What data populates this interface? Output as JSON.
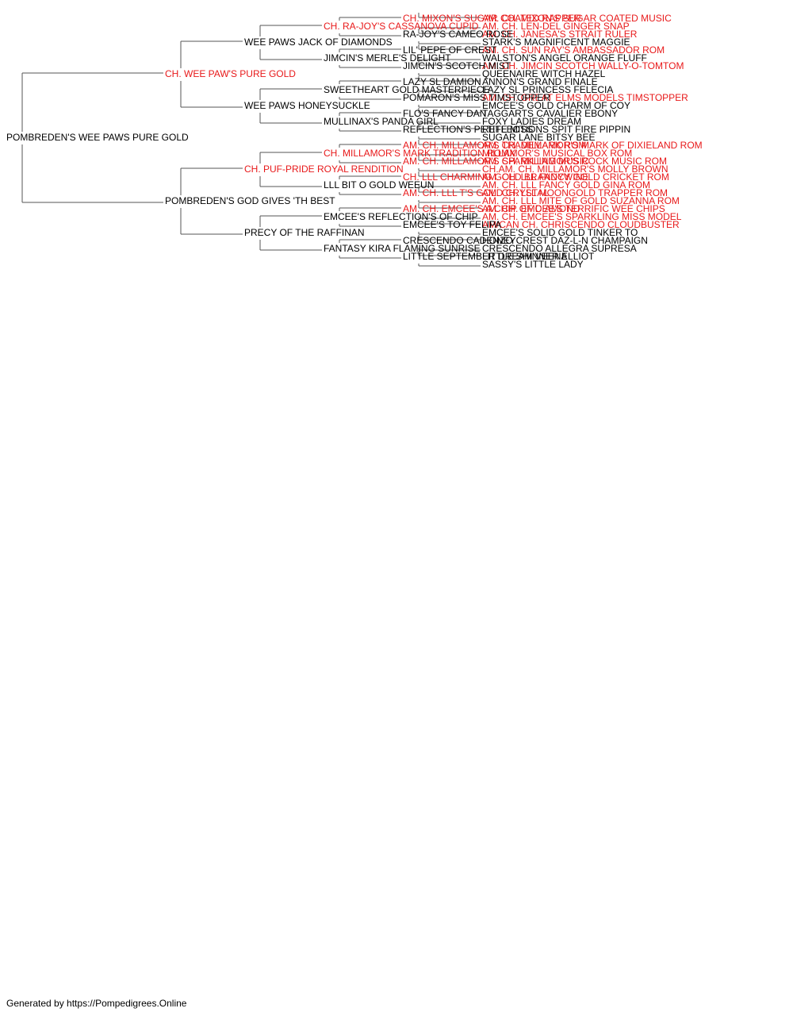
{
  "colors": {
    "champion": "#e8191a",
    "normal": "#000000",
    "connector": "#555555"
  },
  "pedigree": {
    "name": "POMBREDEN'S WEE PAWS PURE GOLD",
    "champion": false,
    "sire": {
      "name": "CH. WEE PAW'S PURE GOLD",
      "champion": true,
      "sire": {
        "name": "WEE PAWS JACK OF DIAMONDS",
        "champion": false,
        "sire": {
          "name": "CH. RA-JOY'S CASSANOVA CUPID",
          "champion": true,
          "sire": {
            "name": "CH. MIXON'S SUGAR COATED RAPPER",
            "champion": true,
            "sire": {
              "name": "AM. CH. MIXON'S SUGAR COATED MUSIC",
              "champion": true
            },
            "dam": {
              "name": "AM. CH. LEN-DEL GINGER SNAP",
              "champion": true
            }
          },
          "dam": {
            "name": "RA-JOY'S CAMEO ROSE",
            "champion": false,
            "sire": {
              "name": "AM. CH. JANESA'S STRAIT RULER",
              "champion": true
            },
            "dam": {
              "name": "STARK'S MAGNIFICENT MAGGIE",
              "champion": false
            }
          }
        },
        "dam": {
          "name": "JIMCIN'S MERLE'S DELIGHT",
          "champion": false,
          "sire": {
            "name": "LIL' PEPE OF CREST",
            "champion": false,
            "sire": {
              "name": "AM. CH. SUN RAY'S AMBASSADOR ROM",
              "champion": true
            },
            "dam": {
              "name": "WALSTON'S ANGEL ORANGE FLUFF",
              "champion": false
            }
          },
          "dam": {
            "name": "JIMCIN'S SCOTCH MIST",
            "champion": false,
            "sire": {
              "name": "AM. CH. JIMCIN SCOTCH WALLY-O-TOMTOM",
              "champion": true
            },
            "dam": {
              "name": "QUEENAIRE WITCH HAZEL",
              "champion": false
            }
          }
        }
      },
      "dam": {
        "name": "WEE PAWS HONEYSUCKLE",
        "champion": false,
        "sire": {
          "name": "SWEETHEART GOLD MASTERPIECE",
          "champion": false,
          "sire": {
            "name": "LAZY SL DAMION",
            "champion": false,
            "sire": {
              "name": "ANNON'S GRAND FINALE",
              "champion": false
            },
            "dam": {
              "name": "LAZY SL PRINCESS FELECIA",
              "champion": false
            }
          },
          "dam": {
            "name": "POMARON'S MISS TIMSTOPPER",
            "champion": false,
            "sire": {
              "name": "AM. CH. GREAT ELMS MODELS TIMSTOPPER",
              "champion": true
            },
            "dam": {
              "name": "EMCEE'S GOLD CHARM OF COY",
              "champion": false
            }
          }
        },
        "dam": {
          "name": "MULLINAX'S PANDA GIRL",
          "champion": false,
          "sire": {
            "name": "FLO'S FANCY DAN",
            "champion": false,
            "sire": {
              "name": "TAGGARTS CAVALIER EBONY",
              "champion": false
            },
            "dam": {
              "name": "FOXY LADIES DREAM",
              "champion": false
            }
          },
          "dam": {
            "name": "REFLECTION'S PETITE MISS",
            "champion": false,
            "sire": {
              "name": "REFLECTIONS SPIT FIRE PIPPIN",
              "champion": false
            },
            "dam": {
              "name": "SUGAR LANE BITSY BEE",
              "champion": false
            }
          }
        }
      }
    },
    "dam": {
      "name": "POMBREDEN'S GOD GIVES 'TH BEST",
      "champion": false,
      "sire": {
        "name": "CH. PUF-PRIDE ROYAL RENDITION",
        "champion": true,
        "sire": {
          "name": "CH. MILLAMOR'S MARK TRADITION ROMX",
          "champion": true,
          "sire": {
            "name": "AM. CH. MILLAMOR'S TRADEMARK ROM",
            "champion": true,
            "sire": {
              "name": "AM. CH. MILLAMOR'S MARK OF DIXIELAND ROM",
              "champion": true
            },
            "dam": {
              "name": "MILLAMOR'S MUSICAL BOX ROM",
              "champion": true
            }
          },
          "dam": {
            "name": "AM. CH. MILLAMOR'S SPARKLING MUSIC",
            "champion": true,
            "sire": {
              "name": "AM. CH. MILLAMOR'S ROCK MUSIC ROM",
              "champion": true
            },
            "dam": {
              "name": "CH.AM. CH. MILLAMOR'S MOLLY BROWN",
              "champion": true
            }
          }
        },
        "dam": {
          "name": "LLL BIT O GOLD WEEUN",
          "champion": false,
          "sire": {
            "name": "CH. LLL CHARMING GOLD BRANDYWINE",
            "champion": true,
            "sire": {
              "name": "AM. CH. LLL FANCY GOLD CRICKET ROM",
              "champion": true
            },
            "dam": {
              "name": "AM. CH. LLL FANCY GOLD GINA ROM",
              "champion": true
            }
          },
          "dam": {
            "name": "AM. CH. LLL T'S GOLD CRYSTAL",
            "champion": true,
            "sire": {
              "name": "AM. CH. LLL MOONGOLD TRAPPER ROM",
              "champion": true
            },
            "dam": {
              "name": "AM. CH. LLL MITE OF GOLD SUZANNA ROM",
              "champion": true
            }
          }
        }
      },
      "dam": {
        "name": "PRECY OF THE RAFFINAN",
        "champion": false,
        "sire": {
          "name": "EMCEE'S REFLECTION'S OF CHIP",
          "champion": false,
          "sire": {
            "name": "AM. CH. EMCEE'S A CHIP OF DIAMOND",
            "champion": true,
            "sire": {
              "name": "AM. CH. EMCEE'S TERRIFIC WEE CHIPS",
              "champion": true
            },
            "dam": {
              "name": "AM. CH. EMCEE'S SPARKLING MISS MODEL",
              "champion": true
            }
          },
          "dam": {
            "name": "EMCEE'S TOY FELIPA",
            "champion": false,
            "sire": {
              "name": "AM/CAN CH. CHRISCENDO CLOUDBUSTER",
              "champion": true
            },
            "dam": {
              "name": "EMCEE'S SOLID GOLD TINKER TO",
              "champion": false
            }
          }
        },
        "dam": {
          "name": "FANTASY KIRA FLAMING SUNRISE",
          "champion": false,
          "sire": {
            "name": "CRESCENDO CADENZO",
            "champion": false,
            "sire": {
              "name": "HONEYCREST DAZ-L-N CHAMPAIGN",
              "champion": false
            },
            "dam": {
              "name": "CRESCENDO ALLEGRA SUPRESA",
              "champion": false
            }
          },
          "dam": {
            "name": "LITTLE SEPTEMBER DREAM VEENA",
            "champion": false,
            "sire": {
              "name": "LITTLE SHINNER ELLIOT",
              "champion": false
            },
            "dam": {
              "name": "SASSY'S LITTLE LADY",
              "champion": false
            }
          }
        }
      }
    }
  },
  "footer": {
    "text": "Generated by https://Pompedigrees.Online"
  }
}
